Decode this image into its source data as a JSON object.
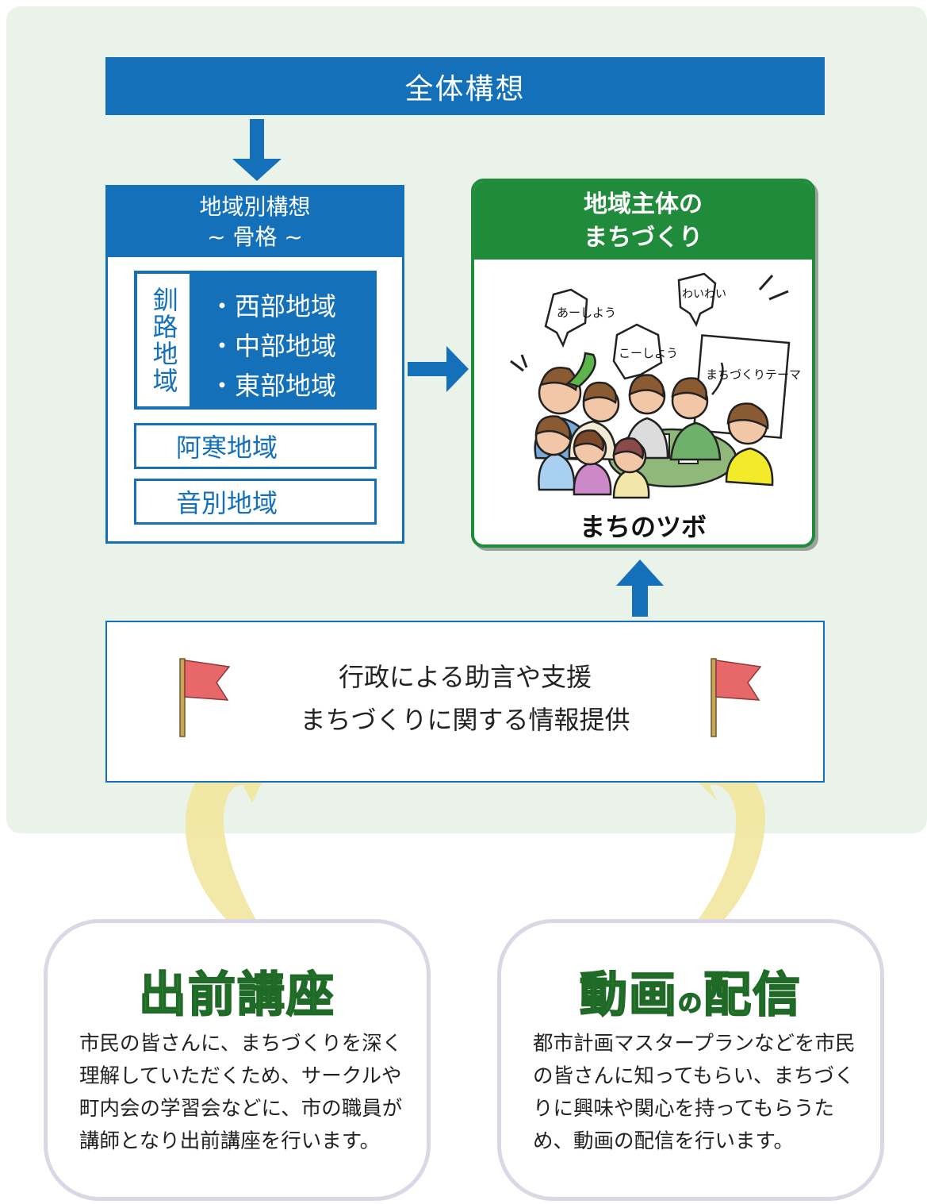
{
  "overall": {
    "title": "全体構想"
  },
  "regional": {
    "title_line1": "地域別構想",
    "title_line2": "~ 骨格 ~",
    "kushiro": {
      "label": "釧路地域",
      "areas": [
        "・西部地域",
        "・中部地域",
        "・東部地域"
      ]
    },
    "akan": "阿寒地域",
    "onbetsu": "音別地域"
  },
  "community": {
    "title_line1": "地域主体の",
    "title_line2": "まちづくり",
    "bubbles": [
      "あーしよう",
      "こーしよう",
      "わいわい"
    ],
    "board_label": "まちづくりテーマ",
    "caption": "まちのツボ"
  },
  "support": {
    "line1": "行政による助言や支援",
    "line2": "まちづくりに関する情報提供"
  },
  "lecture": {
    "title": "出前講座",
    "body": "市民の皆さんに、まちづくりを深く理解していただくため、サークルや町内会の学習会などに、市の職員が講師となり出前講座を行います。"
  },
  "video": {
    "title_a": "動画",
    "title_b": "の",
    "title_c": "配信",
    "body": "都市計画マスタープランなどを市民の皆さんに知ってもらい、まちづくりに興味や関心を持ってもらうため、動画の配信を行います。"
  },
  "colors": {
    "blue": "#1370b9",
    "green": "#1f8b3b",
    "panel": "#e9f3ea",
    "flag": "#e8686a",
    "curve": "#f1e7a2"
  }
}
